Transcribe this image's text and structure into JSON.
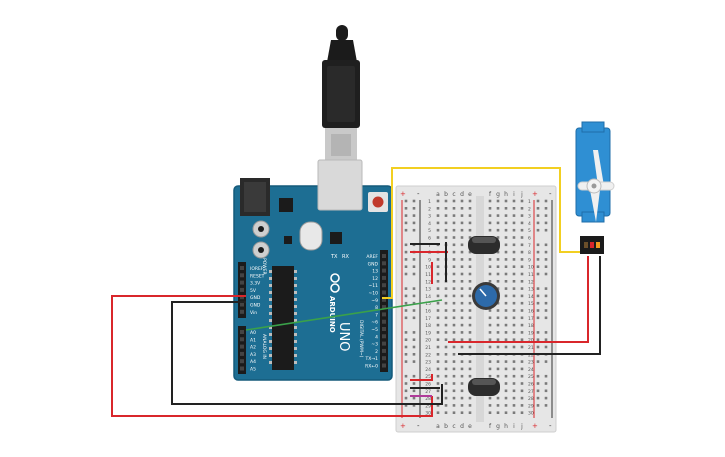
{
  "arduino": {
    "brand": "ARDUINO",
    "model": "UNO",
    "tx_label": "TX",
    "rx_label": "RX",
    "digital_title": "DIGITAL (PWM~)",
    "digital_labels": [
      "AREF",
      "GND",
      "13",
      "12",
      "~11",
      "~10",
      "~9",
      "8",
      "7",
      "~6",
      "~5",
      "4",
      "~3",
      "2",
      "TX→1",
      "RX←0"
    ],
    "power_title": "POWER",
    "power_labels": [
      "IOREF",
      "RESET",
      "3.3V",
      "5V",
      "GND",
      "GND",
      "Vin"
    ],
    "analog_title": "ANALOG IN",
    "analog_labels": [
      "A0",
      "A1",
      "A2",
      "A3",
      "A4",
      "A5"
    ]
  },
  "breadboard": {
    "col_labels_left": [
      "a",
      "b",
      "c",
      "d",
      "e"
    ],
    "col_labels_right": [
      "f",
      "g",
      "h",
      "i",
      "j"
    ],
    "rail_plus": "+",
    "rail_minus": "-",
    "rows": [
      "1",
      "2",
      "3",
      "4",
      "5",
      "6",
      "7",
      "8",
      "9",
      "10",
      "11",
      "12",
      "13",
      "14",
      "15",
      "16",
      "17",
      "18",
      "19",
      "20",
      "21",
      "22",
      "23",
      "24",
      "25",
      "26",
      "27",
      "28",
      "29",
      "30"
    ]
  },
  "colors": {
    "board_blue": "#1d6e93",
    "board_dark": "#155a7a",
    "breadboard": "#e6e6e6",
    "wire_red": "#d9262b",
    "wire_black": "#222222",
    "wire_yellow": "#f2cf21",
    "wire_green": "#3aa14a",
    "servo_blue": "#2f8fd3",
    "pot_blue": "#2d6aa9",
    "capacitor": "#2c2c2c"
  }
}
